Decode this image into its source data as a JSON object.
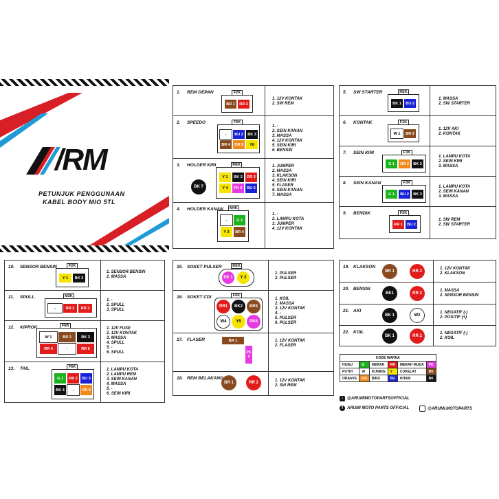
{
  "brand": {
    "logo_text": "/RM",
    "subtitle_line1": "PETUNJUK PENGGUNAAN",
    "subtitle_line2": "KABEL BODY MIO 5TL"
  },
  "colors": {
    "merah": "#e21b1b",
    "hijau": "#1db31d",
    "putih": "#ffffff",
    "kuning": "#f5e400",
    "oranye": "#f08a1c",
    "biru": "#1a22d6",
    "cokelat": "#8a4a1f",
    "hitam": "#111111",
    "merah_muda": "#e53be0",
    "accent_red": "#d91f26",
    "accent_blue": "#1f9bd8"
  },
  "sections": [
    {
      "num": "1.",
      "label": "REM DEPAN",
      "code": "F2K",
      "desc": [
        "1. 12V KONTAK",
        "2. SW REM"
      ]
    },
    {
      "num": "2.",
      "label": "SPEEDO",
      "code": "F6K",
      "desc": [
        "1. -",
        "2. SEIN KANAN",
        "3. MASSA",
        "4. 12V KONTAK",
        "5. SEIN KIRI",
        "6. BENSIN"
      ]
    },
    {
      "num": "3.",
      "label": "HOLDER KIRI",
      "code": "M6K",
      "extra": "BK 7",
      "desc": [
        "1. JUMPER",
        "2. MASSA",
        "3. KLAKSON",
        "4. SEIN KIRI",
        "5. FLASER",
        "6. SEIN KANAN",
        "7. MASSA"
      ]
    },
    {
      "num": "4.",
      "label": "HOLDER KANAN",
      "code": "M4K",
      "desc": [
        "1. -",
        "2. LAMPU KOTA",
        "3. JUMPER",
        "4. 12V KONTAK"
      ]
    },
    {
      "num": "5.",
      "label": "SW STARTER",
      "code": "M2K",
      "desc": [
        "1. MASSA",
        "2. SW STARTER"
      ]
    },
    {
      "num": "6.",
      "label": "KONTAK",
      "code": "F2K",
      "desc": [
        "1. 12V AKI",
        "2. KONTAK"
      ]
    },
    {
      "num": "7.",
      "label": "SEIN KIRI",
      "code": "F3K",
      "desc": [
        "1. LAMPU KOTA",
        "2. SEIN KIRI",
        "3. MASSA"
      ]
    },
    {
      "num": "8.",
      "label": "SEIN KANAN",
      "code": "F3K",
      "desc": [
        "1. LAMPU KOTA",
        "2. SEIN KANAN",
        "3. MASSA"
      ]
    },
    {
      "num": "9.",
      "label": "BENDIK",
      "code": "F2K",
      "desc": [
        "1. SW REM",
        "2. SW STARTER"
      ]
    },
    {
      "num": "10.",
      "label": "SENSOR BENSIN",
      "code": "F2K",
      "desc": [
        "1. SENSOR BENSIN",
        "2. MASSA"
      ]
    },
    {
      "num": "11.",
      "label": "SPULL",
      "code": "M3K",
      "desc": [
        "1. -",
        "2. SPULL",
        "3. SPULL"
      ]
    },
    {
      "num": "12.",
      "label": "KIPROK",
      "code": "F6B",
      "desc": [
        "1. 12V FUSE",
        "2. 12V KONTAK",
        "3. MASSA",
        "4. SPULL",
        "5. -",
        "6. SPULL"
      ]
    },
    {
      "num": "13.",
      "label": "TAIL",
      "code": "F6K",
      "desc": [
        "1. LAMPU KOTA",
        "2. LAMPU REM",
        "3. SEIN KANAN",
        "4. MASSA",
        "5. -",
        "6. SEIN KIRI"
      ]
    },
    {
      "num": "15.",
      "label": "SOKET PULSER",
      "code": "M2K",
      "desc": [
        "1. PULSER",
        "2. PULSER"
      ]
    },
    {
      "num": "16.",
      "label": "SOKET CDI",
      "code": "F6K",
      "desc": [
        "1. KOIL",
        "2. MASSA",
        "3. 12V KONTAK",
        "4. -",
        "5. PULSER",
        "6. PULSER"
      ]
    },
    {
      "num": "17.",
      "label": "FLASER",
      "desc": [
        "1. 12V KONTAK",
        "2. FLASER"
      ]
    },
    {
      "num": "18.",
      "label": "REM BELAKANG",
      "desc": [
        "1. 12V KONTAK",
        "2. SW REM"
      ]
    },
    {
      "num": "19.",
      "label": "KLAKSON",
      "desc": [
        "1. 12V KONTAK",
        "2. KLAKSON"
      ]
    },
    {
      "num": "20.",
      "label": "BENSIN",
      "desc": [
        "1. MASSA",
        "2. SENSOR BENSIN"
      ]
    },
    {
      "num": "21.",
      "label": "AKI",
      "desc": [
        "1. NEGATIF (-)",
        "2. POSITIF (+)"
      ]
    },
    {
      "num": "22.",
      "label": "KOIL",
      "desc": [
        "1. NEGATIF (-)",
        "2. KOIL"
      ]
    }
  ],
  "pins": {
    "p1": [
      "BR 1",
      "RR 2"
    ],
    "p2": [
      "-",
      "BU 2",
      "BK 3",
      "BR 4",
      "OR 5",
      "Y6"
    ],
    "p3": [
      "Y 1",
      "BK 2",
      "RR 3",
      "Y 4",
      "PK 5",
      "BU 6"
    ],
    "p4": [
      "-",
      "G 2",
      "Y 3",
      "BR 4"
    ],
    "p5": [
      "BK 1",
      "BU 2"
    ],
    "p6": [
      "W 1",
      "BR 2"
    ],
    "p7": [
      "G 1",
      "OR 2",
      "BK 3"
    ],
    "p8": [
      "G 1",
      "BU 2",
      "BK 3"
    ],
    "p9": [
      "RR 1",
      "BU 2"
    ],
    "p10": [
      "Y 1",
      "BK 2"
    ],
    "p11": [
      "-",
      "RR 2",
      "RR 3"
    ],
    "p12": [
      "W 1",
      "BR 2",
      "BK 3",
      "RR 4",
      "-",
      "RR 6"
    ],
    "p13": [
      "G 1",
      "RR 2",
      "BU 3",
      "BK 4",
      "-",
      "OR 5"
    ],
    "p15": [
      "PK 1",
      "Y 2"
    ],
    "p16": [
      "RR1",
      "BK2",
      "BR3",
      "W4",
      "Y5",
      "PK6"
    ],
    "p17": [
      "BR 1",
      "PK 2"
    ],
    "p18": [
      "BR 1",
      "RR 2"
    ],
    "p19": [
      "BR 1",
      "RR 2"
    ],
    "p20": [
      "BK1",
      "RR 2"
    ],
    "p21": [
      "BK 1",
      "W2"
    ],
    "p22": [
      "BK 1",
      "RR 2"
    ]
  },
  "color_code": {
    "title": "KODE WARNA",
    "rows": [
      [
        "HIJAU",
        "G",
        "MERAH",
        "RR",
        "MERAH MUDA",
        "PK"
      ],
      [
        "PUTIH",
        "W",
        "KUNING",
        "Y",
        "COKELAT",
        "BK"
      ],
      [
        "ORANYE",
        "OR",
        "BIRU",
        "BU",
        "HITAM",
        "BK"
      ]
    ]
  },
  "social": {
    "tiktok": "@ARUMIMOTOPARTSOFFICIAL",
    "facebook": "ARUMI MOTO PARTS OFFICIAL",
    "instagram": "@ARUMI.MOTOPARTS"
  }
}
